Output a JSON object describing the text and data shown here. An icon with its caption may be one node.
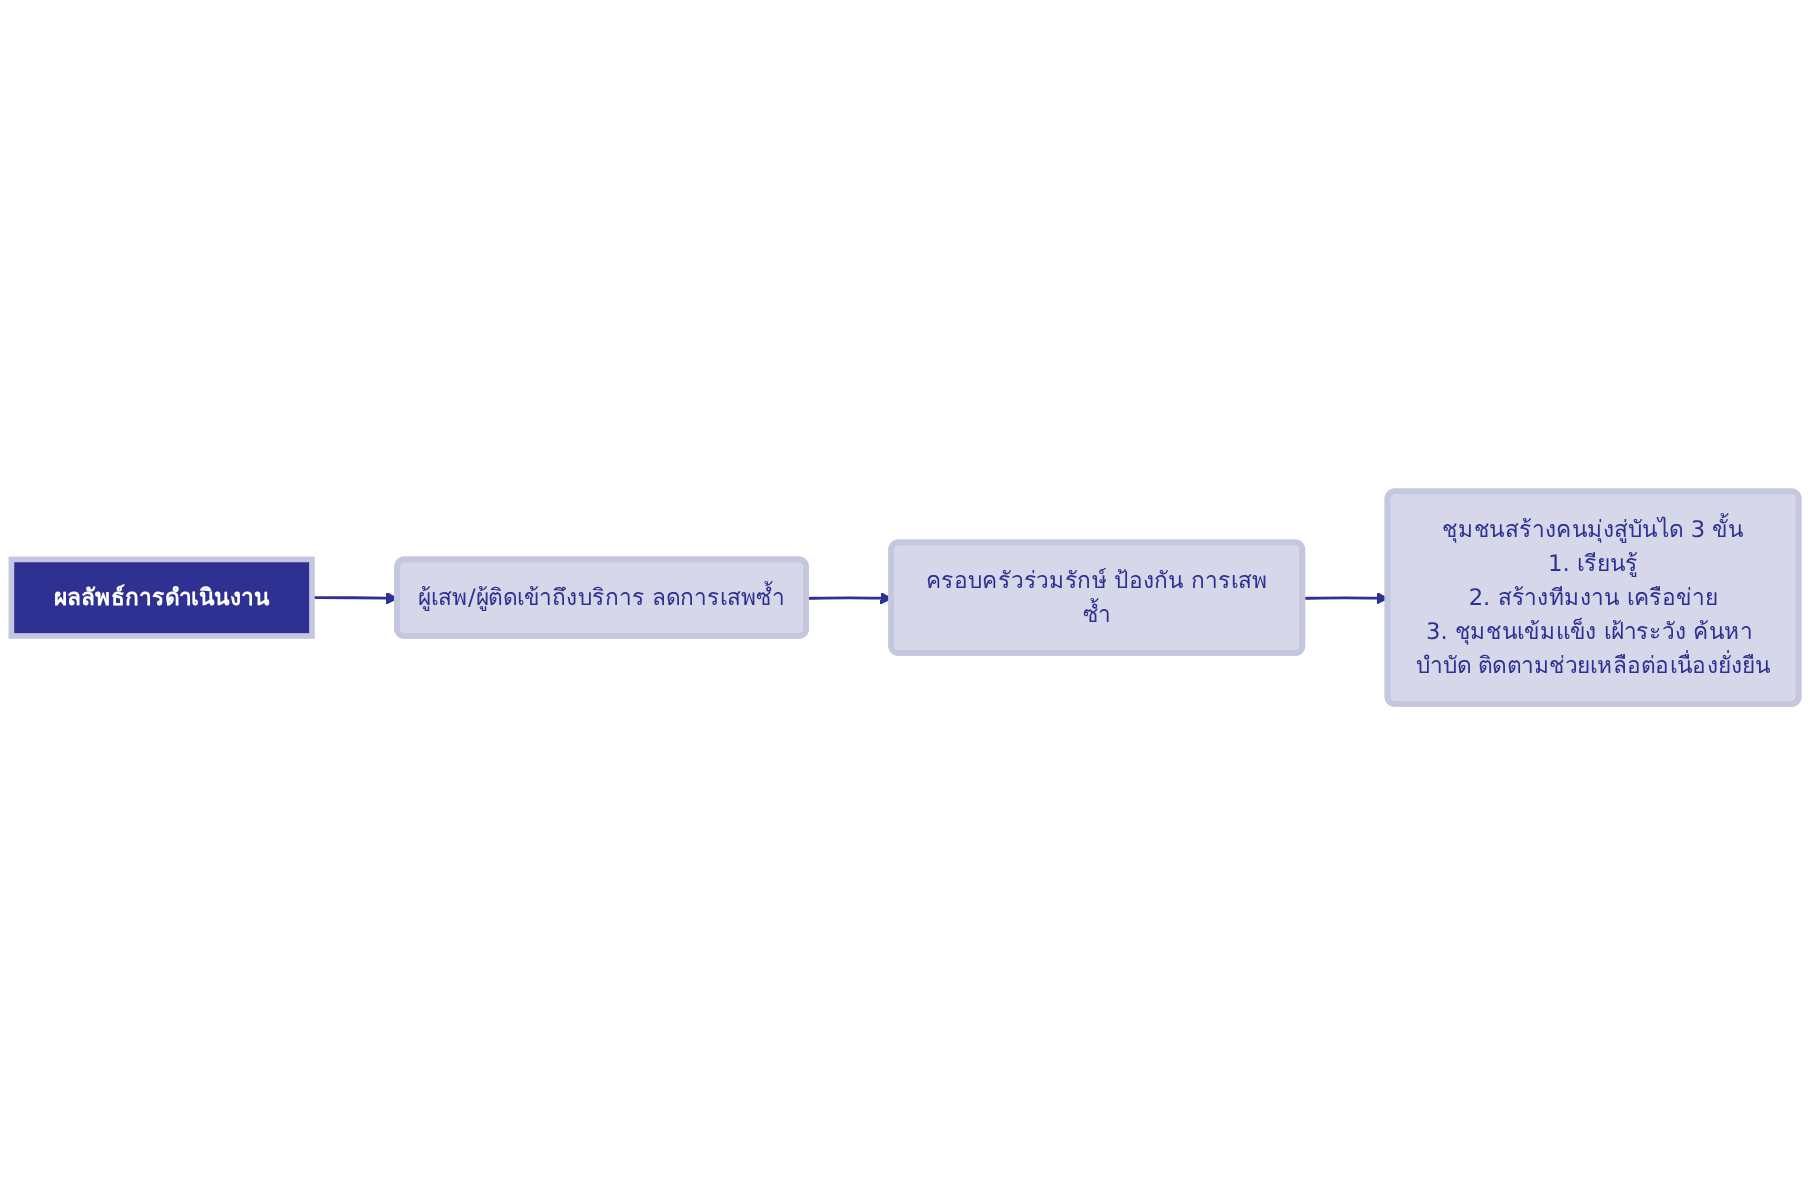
{
  "diagram": {
    "nodes": [
      {
        "text": [
          "ผลลัพธ์การดำเนินงาน"
        ]
      },
      {
        "text": [
          "ผู้เสพ/ผู้ติดเข้าถึงบริการ ลดการเสพซ้ำ"
        ]
      },
      {
        "text": [
          "ครอบครัวร่วมรักษ์ ป้องกัน การเสพซ้ำ"
        ]
      },
      {
        "text": [
          "ชุมชนสร้างคนมุ่งสู่บันได 3 ขั้น",
          "1. เรียนรู้",
          "2. สร้างทีมงาน เครือข่าย",
          "3. ชุมชนเข้มแข็ง เฝ้าระวัง ค้นหา บำบัด ติดตามช่วยเหลือต่อเนื่องยั่งยืน"
        ]
      }
    ],
    "edges": [
      {
        "from": 0,
        "to": 1,
        "arrow": "to"
      },
      {
        "from": 1,
        "to": 2,
        "arrow": "to"
      },
      {
        "from": 2,
        "to": 3,
        "arrow": "to"
      }
    ]
  }
}
